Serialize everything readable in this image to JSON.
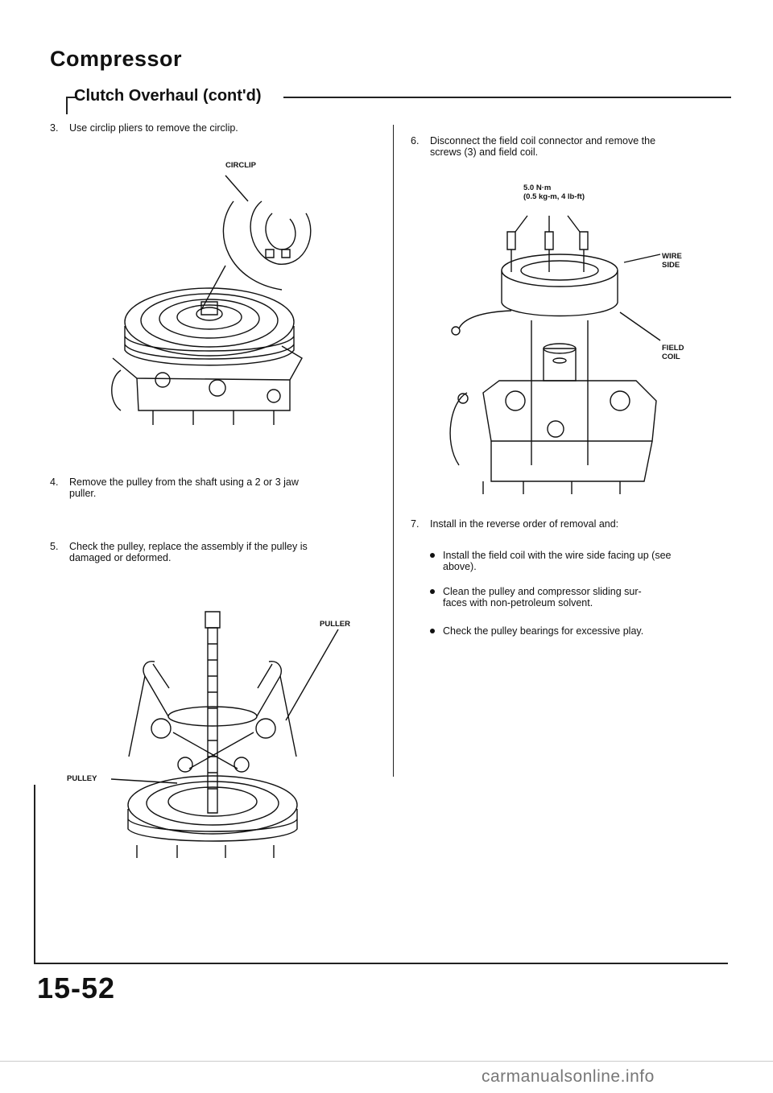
{
  "header": {
    "title": "Compressor",
    "subtitle": "Clutch Overhaul (cont'd)"
  },
  "left_column": {
    "step3": {
      "num": "3.",
      "text": "Use circlip pliers to remove the circlip."
    },
    "fig1": {
      "label_circlip": "CIRCLIP"
    },
    "step4": {
      "num": "4.",
      "text_line1": "Remove the pulley from the shaft using a 2 or 3 jaw",
      "text_line2": "puller."
    },
    "step5": {
      "num": "5.",
      "text_line1": "Check the pulley, replace the assembly if the pulley is",
      "text_line2": "damaged or deformed."
    },
    "fig2": {
      "label_puller": "PULLER",
      "label_pulley": "PULLEY"
    }
  },
  "right_column": {
    "step6": {
      "num": "6.",
      "text_line1": "Disconnect the field coil connector and remove the",
      "text_line2": "screws (3) and field coil."
    },
    "fig3": {
      "torque_line1": "5.0 N·m",
      "torque_line2": "(0.5 kg-m, 4 lb-ft)",
      "label_wire": "WIRE",
      "label_side": "SIDE",
      "label_field": "FIELD",
      "label_coil": "COIL"
    },
    "step7": {
      "num": "7.",
      "text": "Install in the reverse order of removal and:"
    },
    "bullets": [
      {
        "line1": "Install the field coil with the wire side facing up (see",
        "line2": "above)."
      },
      {
        "line1": "Clean the pulley and compressor sliding sur-",
        "line2": "faces with non-petroleum solvent."
      },
      {
        "line1": "Check the pulley bearings for excessive play.",
        "line2": ""
      }
    ]
  },
  "footer": {
    "page_number": "15-52",
    "watermark": "carmanualsonline.info"
  }
}
